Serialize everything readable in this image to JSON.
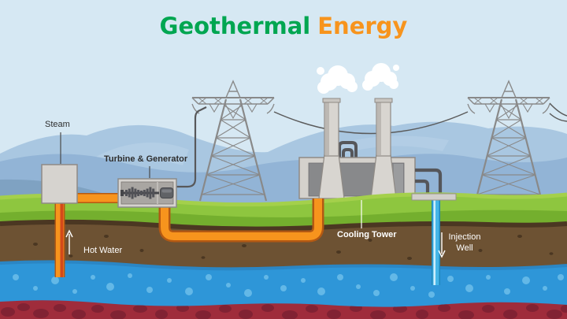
{
  "title": {
    "part1": "Geothermal",
    "part2": "Energy"
  },
  "labels": {
    "steam": "Steam",
    "turbine_generator": "Turbine & Generator",
    "cooling_tower": "Cooling Tower",
    "injection_well": "Injection Well",
    "hot_water": "Hot Water"
  },
  "colors": {
    "title_green": "#00a651",
    "title_orange": "#f7941d",
    "sky": "#d6e8f3",
    "mountain_back": "#a9c7e1",
    "mountain_front": "#92b4d6",
    "mountain_foothill": "#7fa2c2",
    "grass_light": "#a4d04b",
    "grass": "#8ec63f",
    "grass_dark": "#74af2e",
    "soil": "#6d5233",
    "soil_dark": "#4b3722",
    "water": "#2e96d8",
    "water_bubble": "#63b8e7",
    "magma": "#9f2c3b",
    "magma_stone": "#812233",
    "hot_pipe": "#f7941d",
    "hot_pipe_edge": "#b35913",
    "injection_pipe": "#45b6e8",
    "structure_gray": "#d4d1cc",
    "machine_gray": "#55565a",
    "pylon_gray": "#898989",
    "label_dark": "#2d2d2d",
    "label_light": "#ffffff"
  },
  "scene": {
    "components": [
      "steam-separator-box",
      "turbine-generator-unit",
      "transmission-pylon-left",
      "transmission-pylon-right",
      "power-plant-building",
      "cooling-tower-chimneys",
      "steam-clouds",
      "power-lines",
      "generator-cable",
      "hot-water-pipe",
      "injection-pipe",
      "mountains",
      "grass-layer",
      "soil-layer",
      "groundwater-layer",
      "magma-layer"
    ]
  }
}
